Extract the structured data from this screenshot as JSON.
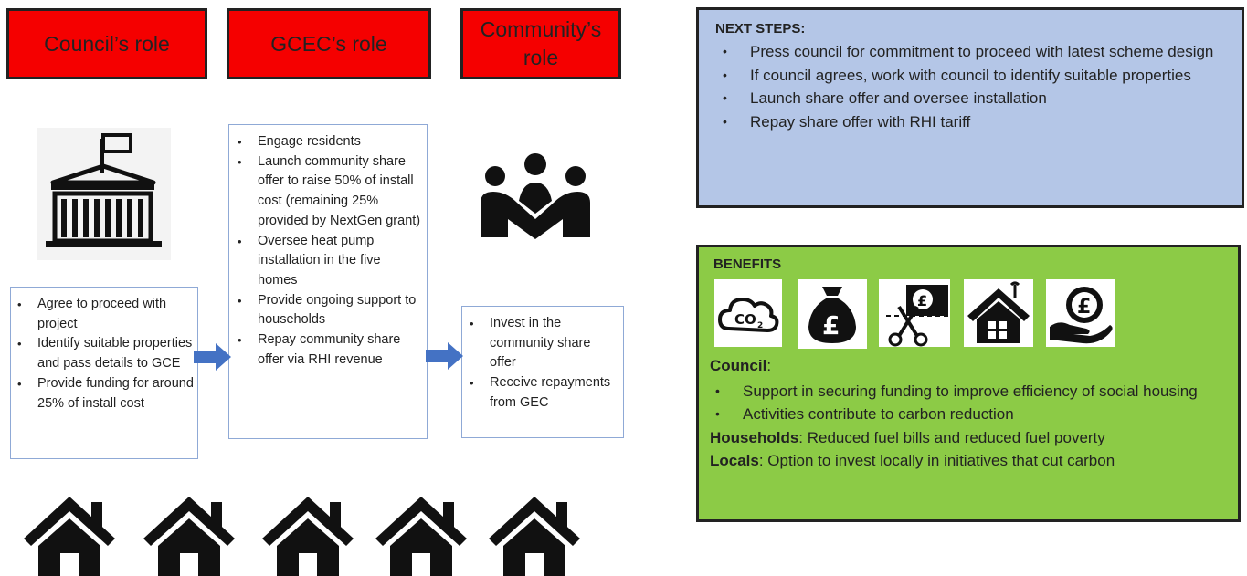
{
  "roles": {
    "council": "Council’s role",
    "gcec": "GCEC’s role",
    "community": "Community’s role"
  },
  "council_tasks": [
    "Agree to proceed with project",
    "Identify suitable properties and pass details to GCE",
    "Provide funding for around 25% of install cost"
  ],
  "gcec_tasks": [
    "Engage residents",
    "Launch community share offer to raise 50% of install cost (remaining 25% provided by NextGen grant)",
    "Oversee heat pump installation in the five homes",
    "Provide ongoing support to households",
    "Repay community share offer via RHI revenue"
  ],
  "community_tasks": [
    "Invest in the community share offer",
    "Receive repayments from GEC"
  ],
  "next_steps": {
    "title": "NEXT STEPS:",
    "items": [
      "Press council for commitment to proceed with latest scheme design",
      "If council agrees, work with council to identify suitable properties",
      "Launch share offer and oversee installation",
      "Repay share offer with  RHI tariff"
    ]
  },
  "benefits": {
    "title": "BENEFITS",
    "icons": [
      "co2-cloud-icon",
      "pound-money-bag-icon",
      "cut-cost-scissors-icon",
      "warm-home-icon",
      "pound-hand-icon"
    ],
    "co2_label": "CO",
    "co2_sub": "2",
    "council_label": "Council",
    "council_colon": ":",
    "council_items": [
      "Support in securing funding to improve efficiency of social housing",
      "Activities contribute to carbon reduction"
    ],
    "households_label": "Households",
    "households_text": ": Reduced fuel bills and reduced fuel poverty",
    "locals_label": "Locals",
    "locals_text": ": Option to invest locally in initiatives that cut carbon"
  },
  "colors": {
    "role_red": "#f50000",
    "next_steps_bg": "#b4c6e7",
    "benefits_bg": "#8ccb46",
    "arrow_blue": "#4472c4",
    "icon_black": "#111111"
  },
  "houses_count": 5
}
